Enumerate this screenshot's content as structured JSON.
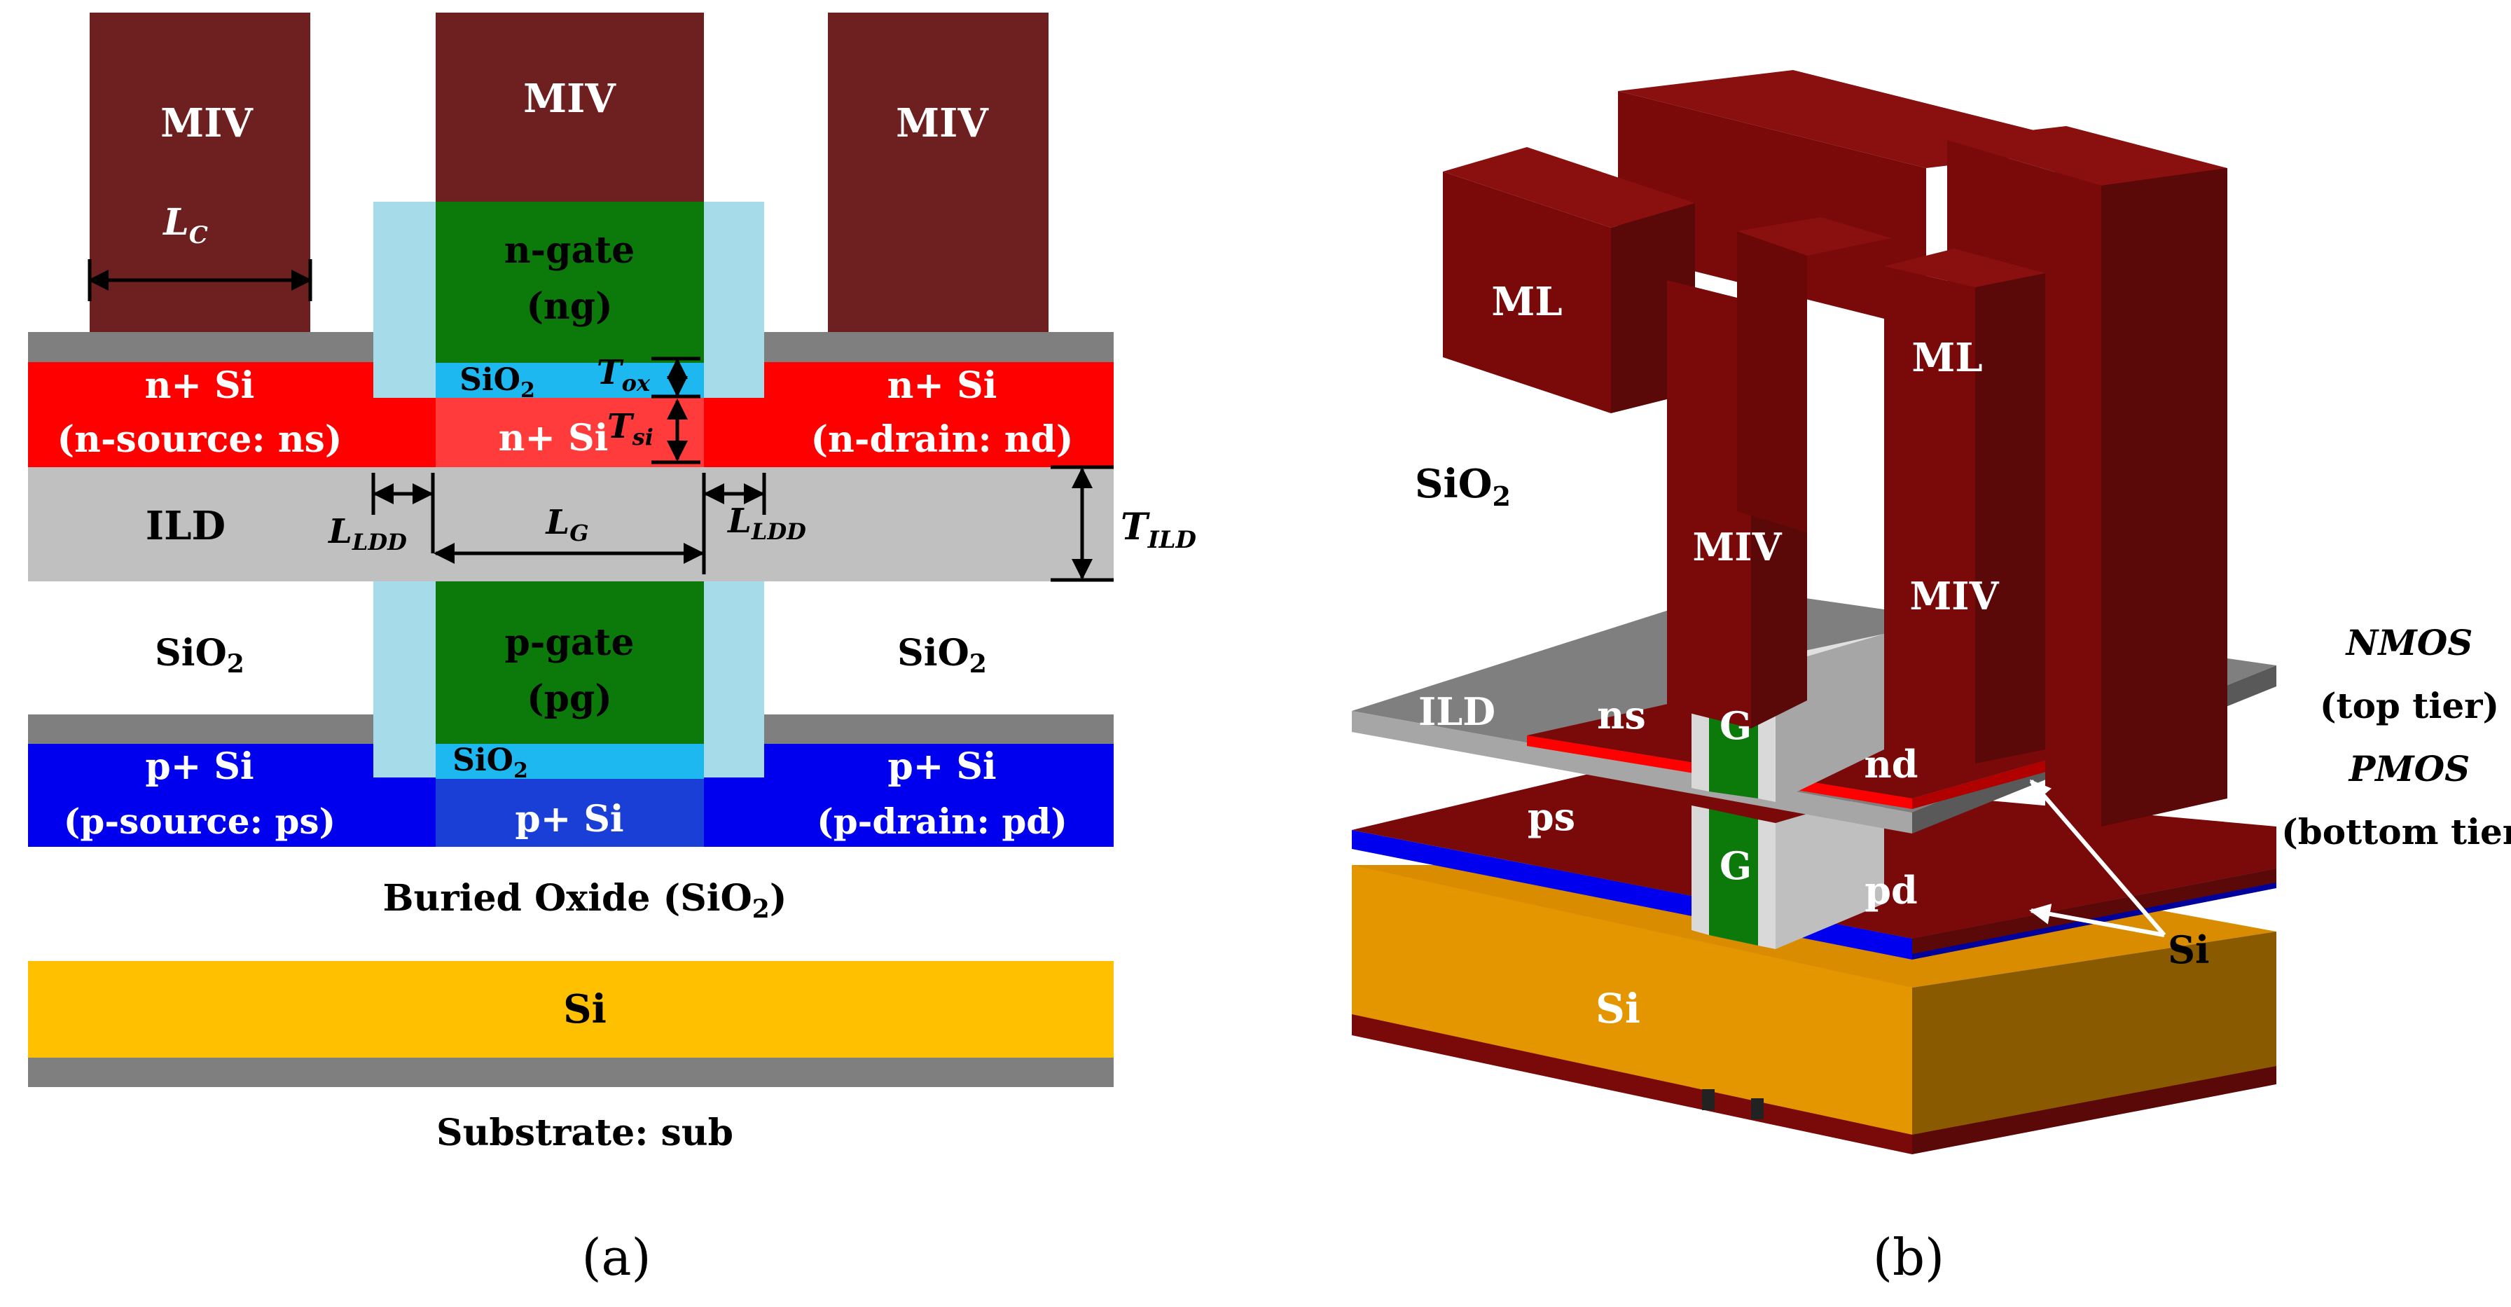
{
  "panel_a": {
    "miv_left": "MIV",
    "miv_center": "MIV",
    "miv_right": "MIV",
    "lc_main": "L",
    "lc_sub": "C",
    "n_gate_line1": "n-gate",
    "n_gate_line2": "(ng)",
    "n_source_line1": "n+ Si",
    "n_source_line2": "(n-source: ns)",
    "n_drain_line1": "n+ Si",
    "n_drain_line2": "(n-drain: nd)",
    "ox_top_main": "SiO",
    "ox_top_sub": "2",
    "tox_main": "T",
    "tox_sub": "ox",
    "n_channel": "n+ Si",
    "tsi_main": "T",
    "tsi_sub": "si",
    "ild": "ILD",
    "lldd_left_main": "L",
    "lldd_left_sub": "LDD",
    "lg_main": "L",
    "lg_sub": "G",
    "lldd_right_main": "L",
    "lldd_right_sub": "LDD",
    "tild_main": "T",
    "tild_sub": "ILD",
    "sio2_left_main": "SiO",
    "sio2_left_sub": "2",
    "sio2_right_main": "SiO",
    "sio2_right_sub": "2",
    "p_gate_line1": "p-gate",
    "p_gate_line2": "(pg)",
    "ox_bot_main": "SiO",
    "ox_bot_sub": "2",
    "p_source_line1": "p+ Si",
    "p_source_line2": "(p-source: ps)",
    "p_channel": "p+ Si",
    "p_drain_line1": "p+ Si",
    "p_drain_line2": "(p-drain: pd)",
    "box_main": "Buried Oxide (SiO",
    "box_sub": "2",
    "box_close": ")",
    "si_sub": "Si",
    "substrate": "Substrate: sub",
    "caption": "(a)"
  },
  "panel_b": {
    "ml_left": "ML",
    "ml_right": "ML",
    "sio2_main": "SiO",
    "sio2_sub": "2",
    "miv_left": "MIV",
    "miv_right": "MIV",
    "ild": "ILD",
    "ns": "ns",
    "g_top": "G",
    "nd": "nd",
    "ps": "ps",
    "g_bottom": "G",
    "pd": "pd",
    "nmos": "NMOS",
    "top_tier": "(top tier)",
    "pmos": "PMOS",
    "bottom_tier": "(bottom tier)",
    "si_arrow": "Si",
    "si_block": "Si",
    "caption": "(b)"
  },
  "colors": {
    "metal": "#6e1f1f",
    "metal_3d": "#7a0a0a",
    "gate": "#0b7a0b",
    "spacer": "#a6dcea",
    "oxide_thin": "#1eb8f0",
    "n_si": "#ff0000",
    "p_si": "#0000ee",
    "ild": "#c0c0c0",
    "substrate_si": "#ffc000",
    "gray_layer": "#7f7f7f"
  }
}
